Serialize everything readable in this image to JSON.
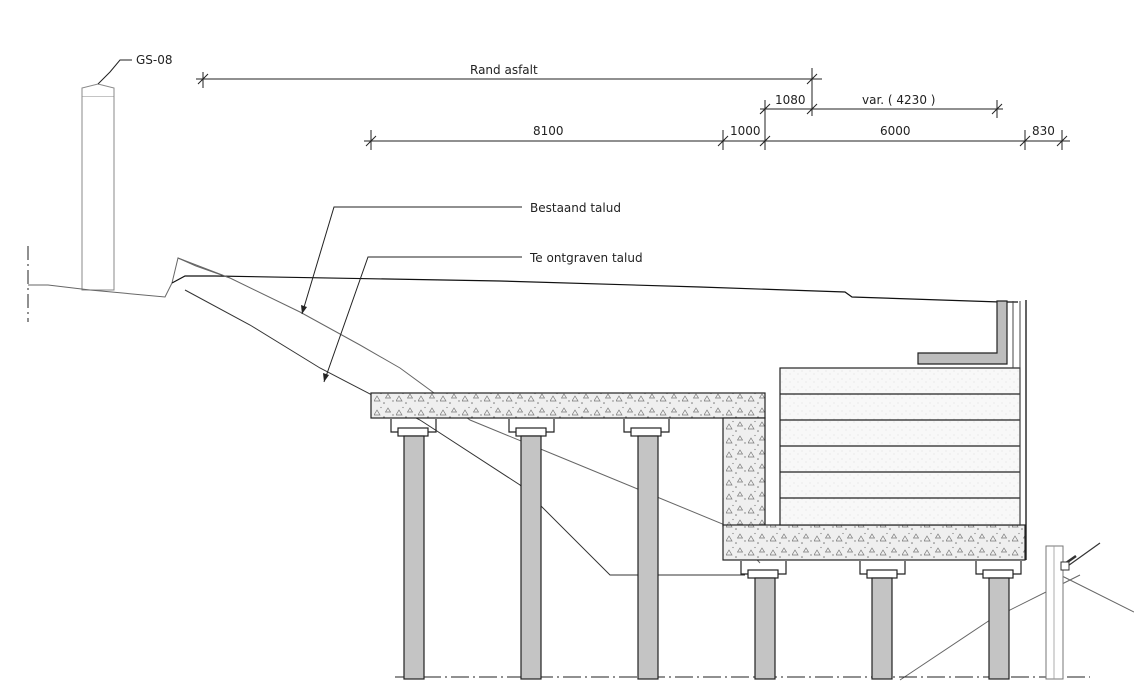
{
  "labels": {
    "gs": "GS-08",
    "rand_asfalt": "Rand asfalt",
    "d1080": "1080",
    "var4230": "var. ( 4230 )",
    "d8100": "8100",
    "d1000": "1000",
    "d6000": "6000",
    "d830": "830",
    "bestaand_talud": "Bestaand talud",
    "te_ontgraven_talud": "Te ontgraven talud"
  },
  "colors": {
    "line": "#222222",
    "pile": "#c4c4c4",
    "concrete": "#eeeeee",
    "wall": "#f7f7f7",
    "angle_steel": "#bdbdbd"
  }
}
